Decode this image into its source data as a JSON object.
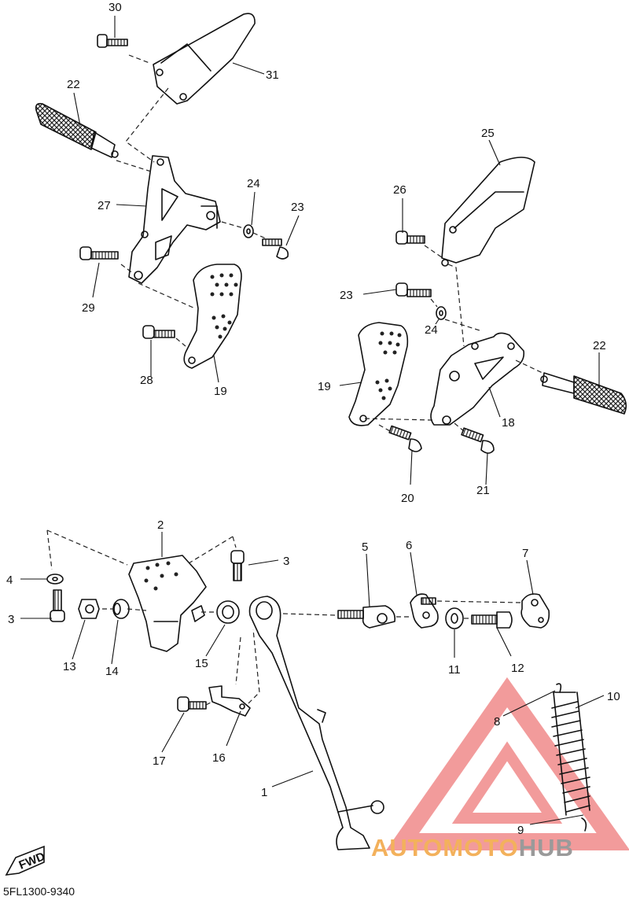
{
  "diagram_code": "5FL1300-9340",
  "fwd_label": "FWD",
  "watermark": {
    "word1": "AUTOMOTO",
    "word2": "HUB",
    "color_triangle": "#f08a8a",
    "color_word1": "#f3b15c",
    "color_word2": "#9a9a9a"
  },
  "callouts": [
    {
      "id": "c30",
      "text": "30"
    },
    {
      "id": "c31",
      "text": "31"
    },
    {
      "id": "c22a",
      "text": "22"
    },
    {
      "id": "c27",
      "text": "27"
    },
    {
      "id": "c24a",
      "text": "24"
    },
    {
      "id": "c23a",
      "text": "23"
    },
    {
      "id": "c29",
      "text": "29"
    },
    {
      "id": "c28",
      "text": "28"
    },
    {
      "id": "c19a",
      "text": "19"
    },
    {
      "id": "c25",
      "text": "25"
    },
    {
      "id": "c26",
      "text": "26"
    },
    {
      "id": "c23b",
      "text": "23"
    },
    {
      "id": "c24b",
      "text": "24"
    },
    {
      "id": "c22b",
      "text": "22"
    },
    {
      "id": "c19b",
      "text": "19"
    },
    {
      "id": "c18",
      "text": "18"
    },
    {
      "id": "c20",
      "text": "20"
    },
    {
      "id": "c21",
      "text": "21"
    },
    {
      "id": "c2",
      "text": "2"
    },
    {
      "id": "c3a",
      "text": "3"
    },
    {
      "id": "c4",
      "text": "4"
    },
    {
      "id": "c3b",
      "text": "3"
    },
    {
      "id": "c13",
      "text": "13"
    },
    {
      "id": "c14",
      "text": "14"
    },
    {
      "id": "c15",
      "text": "15"
    },
    {
      "id": "c5",
      "text": "5"
    },
    {
      "id": "c6",
      "text": "6"
    },
    {
      "id": "c7",
      "text": "7"
    },
    {
      "id": "c11",
      "text": "11"
    },
    {
      "id": "c12",
      "text": "12"
    },
    {
      "id": "c10",
      "text": "10"
    },
    {
      "id": "c8",
      "text": "8"
    },
    {
      "id": "c17",
      "text": "17"
    },
    {
      "id": "c16",
      "text": "16"
    },
    {
      "id": "c1",
      "text": "1"
    },
    {
      "id": "c9",
      "text": "9"
    }
  ]
}
